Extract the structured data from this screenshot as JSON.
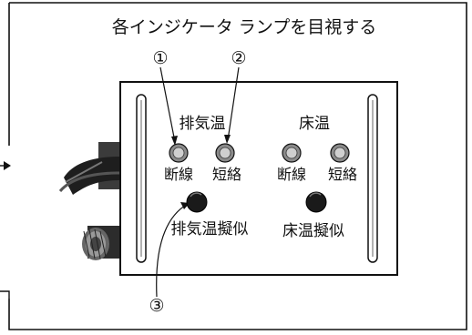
{
  "title": "各インジケータ ランプを目視する",
  "exhaust_group": {
    "heading": "排気温",
    "lamp_left_label": "断線",
    "lamp_right_label": "短絡",
    "button_label": "排気温擬似"
  },
  "floor_group": {
    "heading": "床温",
    "lamp_left_label": "断線",
    "lamp_right_label": "短絡",
    "button_label": "床温擬似"
  },
  "callouts": [
    "①",
    "②",
    "③"
  ],
  "colors": {
    "line": "#111111",
    "panel": "#ffffff",
    "lamp_ring": "#7a7a7a",
    "button": "#1a1a1a"
  }
}
